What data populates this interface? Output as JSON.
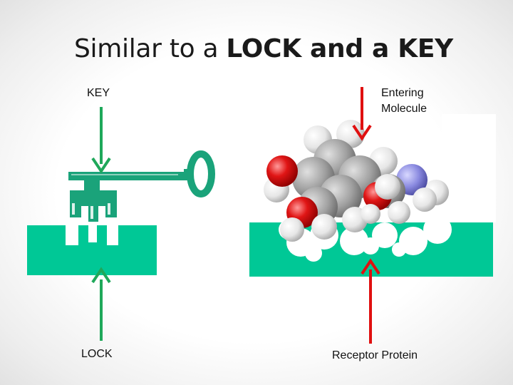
{
  "title": {
    "prefix": "Similar to a ",
    "emphasis": "LOCK and a KEY"
  },
  "labels": {
    "key": "KEY",
    "lock": "LOCK",
    "entering_line1": "Entering",
    "entering_line2": "Molecule",
    "receptor": "Receptor Protein"
  },
  "colors": {
    "teal": "#00c896",
    "key_green": "#1aa37a",
    "arrow_green": "#1fa85a",
    "arrow_red": "#e01010",
    "oxygen_red": "#e01515",
    "nitrogen_blue": "#7d7ddc",
    "carbon_gray": "#9a9a9a",
    "hydrogen_white": "#f5f5f5"
  }
}
